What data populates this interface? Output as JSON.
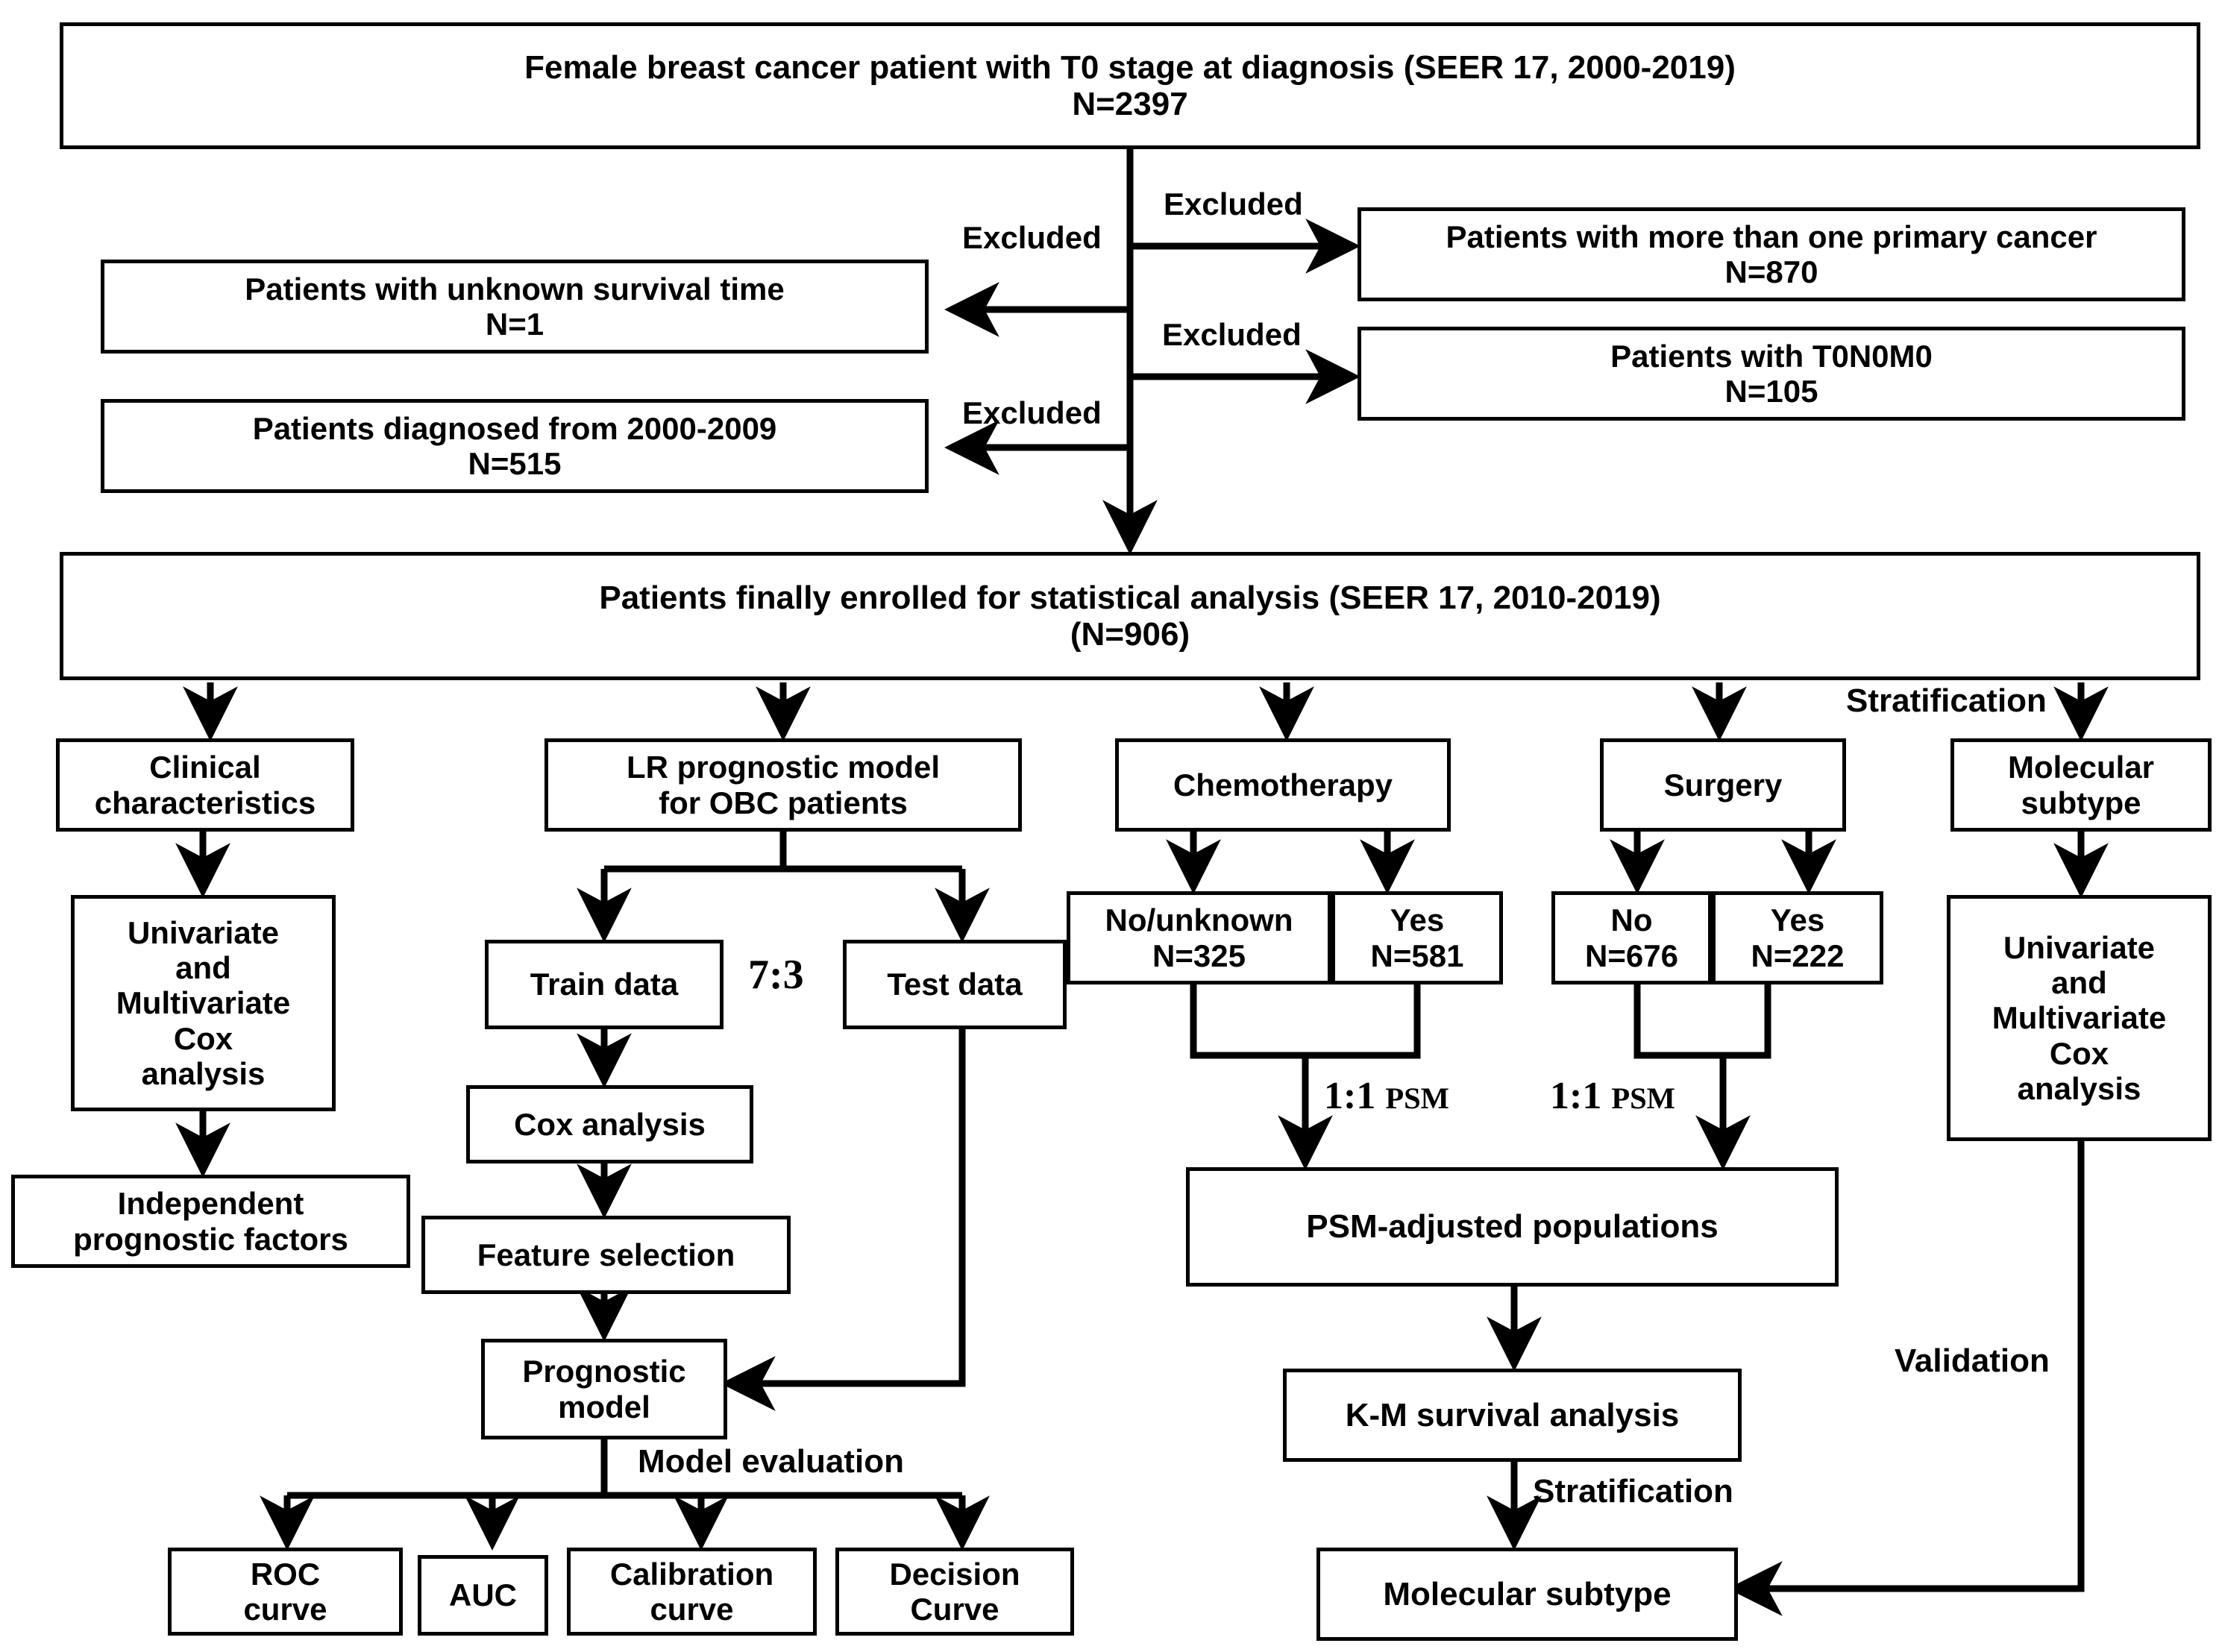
{
  "diagram": {
    "title": "Study flowchart of female breast cancer patients with T0 stage (SEER 17)",
    "background_color": "#ffffff",
    "line_color": "#000000",
    "text_color": "#000000"
  },
  "nodes": {
    "cohort_source": {
      "text": "Female breast cancer patient with T0 stage at diagnosis  (SEER 17, 2000-2019)\nN=2397"
    },
    "excluded_multiple_primary": {
      "text": "Patients with more than one primary cancer\nN=870"
    },
    "excluded_t0n0m0": {
      "text": "Patients with T0N0M0\nN=105"
    },
    "excluded_unknown_survival": {
      "text": "Patients with unknown survival time\nN=1"
    },
    "excluded_diagnosed_2000_2009": {
      "text": "Patients diagnosed from 2000-2009\nN=515"
    },
    "final_cohort": {
      "text": "Patients finally enrolled for statistical analysis (SEER 17, 2010-2019)\n(N=906)"
    },
    "clinical_characteristics": {
      "text": "Clinical\ncharacteristics"
    },
    "cox_analysis_clinical": {
      "text": "Univariate\nand\nMultivariate\nCox\nanalysis"
    },
    "independent_prognostic_factors": {
      "text": "Independent\nprognostic factors"
    },
    "lr_prognostic_model": {
      "text": "LR prognostic model\nfor OBC patients"
    },
    "train_data": {
      "text": "Train data"
    },
    "test_data": {
      "text": "Test data"
    },
    "cox_analysis_train": {
      "text": "Cox analysis"
    },
    "feature_selection": {
      "text": "Feature selection"
    },
    "prognostic_model": {
      "text": "Prognostic\nmodel"
    },
    "roc_curve": {
      "text": "ROC\ncurve"
    },
    "auc": {
      "text": "AUC"
    },
    "calibration_curve": {
      "text": "Calibration\ncurve"
    },
    "decision_curve": {
      "text": "Decision\nCurve"
    },
    "chemotherapy": {
      "text": "Chemotherapy"
    },
    "chemo_no_unknown": {
      "text": "No/unknown\nN=325"
    },
    "chemo_yes": {
      "text": "Yes\nN=581"
    },
    "surgery": {
      "text": "Surgery"
    },
    "surgery_no": {
      "text": "No\nN=676"
    },
    "surgery_yes": {
      "text": "Yes\nN=222"
    },
    "psm_adjusted_populations": {
      "text": "PSM-adjusted populations"
    },
    "km_survival_analysis": {
      "text": "K-M survival analysis"
    },
    "molecular_subtype_bottom": {
      "text": "Molecular subtype"
    },
    "molecular_subtype_top": {
      "text": "Molecular\nsubtype"
    },
    "cox_analysis_molecular": {
      "text": "Univariate\nand\nMultivariate\nCox\nanalysis"
    }
  },
  "edge_labels": {
    "excluded_1": "Excluded",
    "excluded_2": "Excluded",
    "excluded_3": "Excluded",
    "excluded_4": "Excluded",
    "split_ratio": "7:3",
    "psm_ratio_chemo_number": "1:1",
    "psm_ratio_chemo_word": "PSM",
    "psm_ratio_surgery_number": "1:1",
    "psm_ratio_surgery_word": "PSM",
    "model_evaluation": "Model evaluation",
    "stratification_top": "Stratification",
    "stratification_bottom": "Stratification",
    "validation": "Validation"
  }
}
